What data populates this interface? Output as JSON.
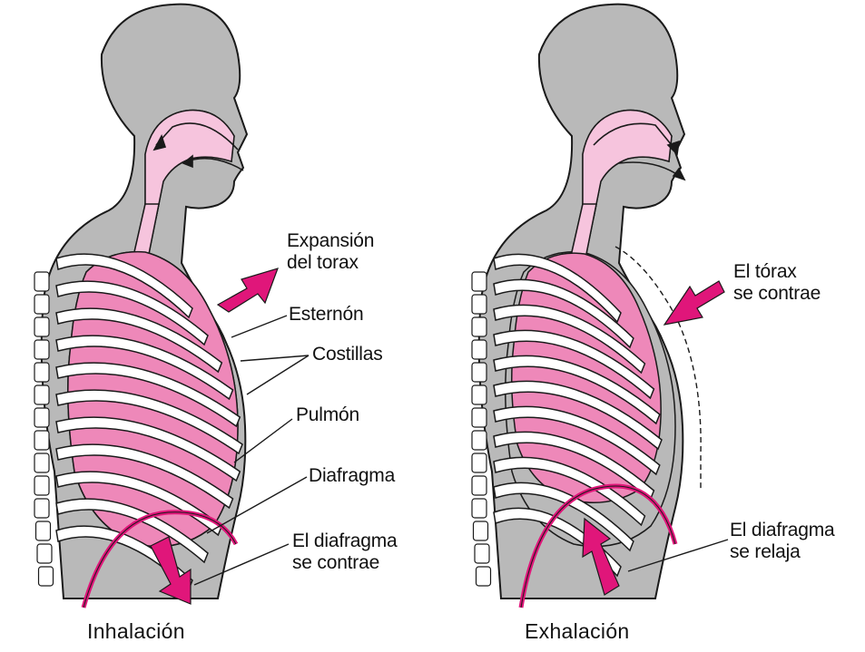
{
  "colors": {
    "body": "#b9b9b9",
    "outline": "#1a1a1a",
    "lung": "#ee88b9",
    "lung_light": "#f6c4dd",
    "arrow": "#e0167a",
    "bone": "#ffffff"
  },
  "inhalation": {
    "caption": "Inhalación",
    "labels": {
      "chest_expansion_1": "Expansión",
      "chest_expansion_2": "del torax",
      "sternum": "Esternón",
      "ribs": "Costillas",
      "lung": "Pulmón",
      "diaphragm": "Diafragma",
      "diaphragm_contracts_1": "El diafragma",
      "diaphragm_contracts_2": "se contrae"
    }
  },
  "exhalation": {
    "caption": "Exhalación",
    "labels": {
      "chest_contracts_1": "El tórax",
      "chest_contracts_2": "se contrae",
      "diaphragm_relaxes_1": "El diafragma",
      "diaphragm_relaxes_2": "se relaja"
    }
  }
}
